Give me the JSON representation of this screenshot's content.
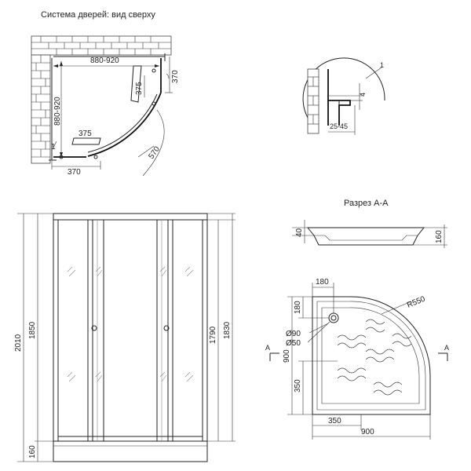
{
  "top_view": {
    "title": "Система дверей: вид сверху",
    "dim_width": "880-920",
    "dim_depth": "880-920",
    "dim_370_right": "370",
    "dim_375_door": "375",
    "dim_375_bottom": "375",
    "dim_570": "570",
    "dim_370_bottom": "370",
    "callout": "1"
  },
  "detail": {
    "callout": "1",
    "dim_4": "4",
    "dim_gap": "25-45"
  },
  "front_view": {
    "dim_2010": "2010",
    "dim_1850": "1850",
    "dim_160": "160",
    "dim_1790": "1790",
    "dim_1830": "1830"
  },
  "section": {
    "title": "Разрез А-А",
    "dim_40": "40",
    "dim_160": "160"
  },
  "tray": {
    "dim_180_top": "180",
    "dim_180_side": "180",
    "radius": "R550",
    "dim_90": "Ø90",
    "dim_50": "Ø50",
    "dim_900_side": "900",
    "dim_350_side": "350",
    "dim_350_bottom": "350",
    "dim_900_bottom": "900",
    "section_left": "A",
    "section_right": "A"
  }
}
